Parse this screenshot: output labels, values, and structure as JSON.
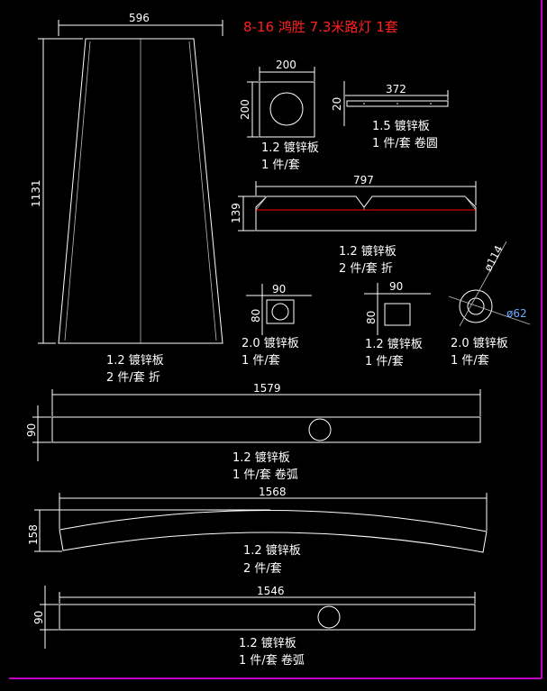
{
  "title": "8-16 鸿胜 7.3米路灯 1套",
  "colors": {
    "background": "#000000",
    "line": "#ffffff",
    "title": "#ff2020",
    "fold_line": "#ff0000",
    "border": "#ff00ff"
  },
  "parts": [
    {
      "dims": [
        "596",
        "1131"
      ],
      "material": "1.2 镀锌板",
      "qty": "2 件/套 折"
    },
    {
      "dims": [
        "200",
        "200"
      ],
      "material": "1.2 镀锌板",
      "qty": "1 件/套"
    },
    {
      "dims": [
        "372",
        "20"
      ],
      "material": "1.5 镀锌板",
      "qty": "1 件/套 卷圆"
    },
    {
      "dims": [
        "797",
        "139"
      ],
      "material": "1.2 镀锌板",
      "qty": "2 件/套 折"
    },
    {
      "dims": [
        "90",
        "80"
      ],
      "material": "2.0 镀锌板",
      "qty": "1 件/套"
    },
    {
      "dims": [
        "90",
        "80"
      ],
      "material": "1.2 镀锌板",
      "qty": "1 件/套"
    },
    {
      "dims": [
        "ø114",
        "ø62"
      ],
      "material": "2.0 镀锌板",
      "qty": "1 件/套"
    },
    {
      "dims": [
        "1579",
        "90"
      ],
      "material": "1.2 镀锌板",
      "qty": "1 件/套 卷弧"
    },
    {
      "dims": [
        "1568",
        "158"
      ],
      "material": "1.2 镀锌板",
      "qty": "2 件/套"
    },
    {
      "dims": [
        "1546",
        "90"
      ],
      "material": "1.2 镀锌板",
      "qty": "1 件/套 卷弧"
    }
  ]
}
